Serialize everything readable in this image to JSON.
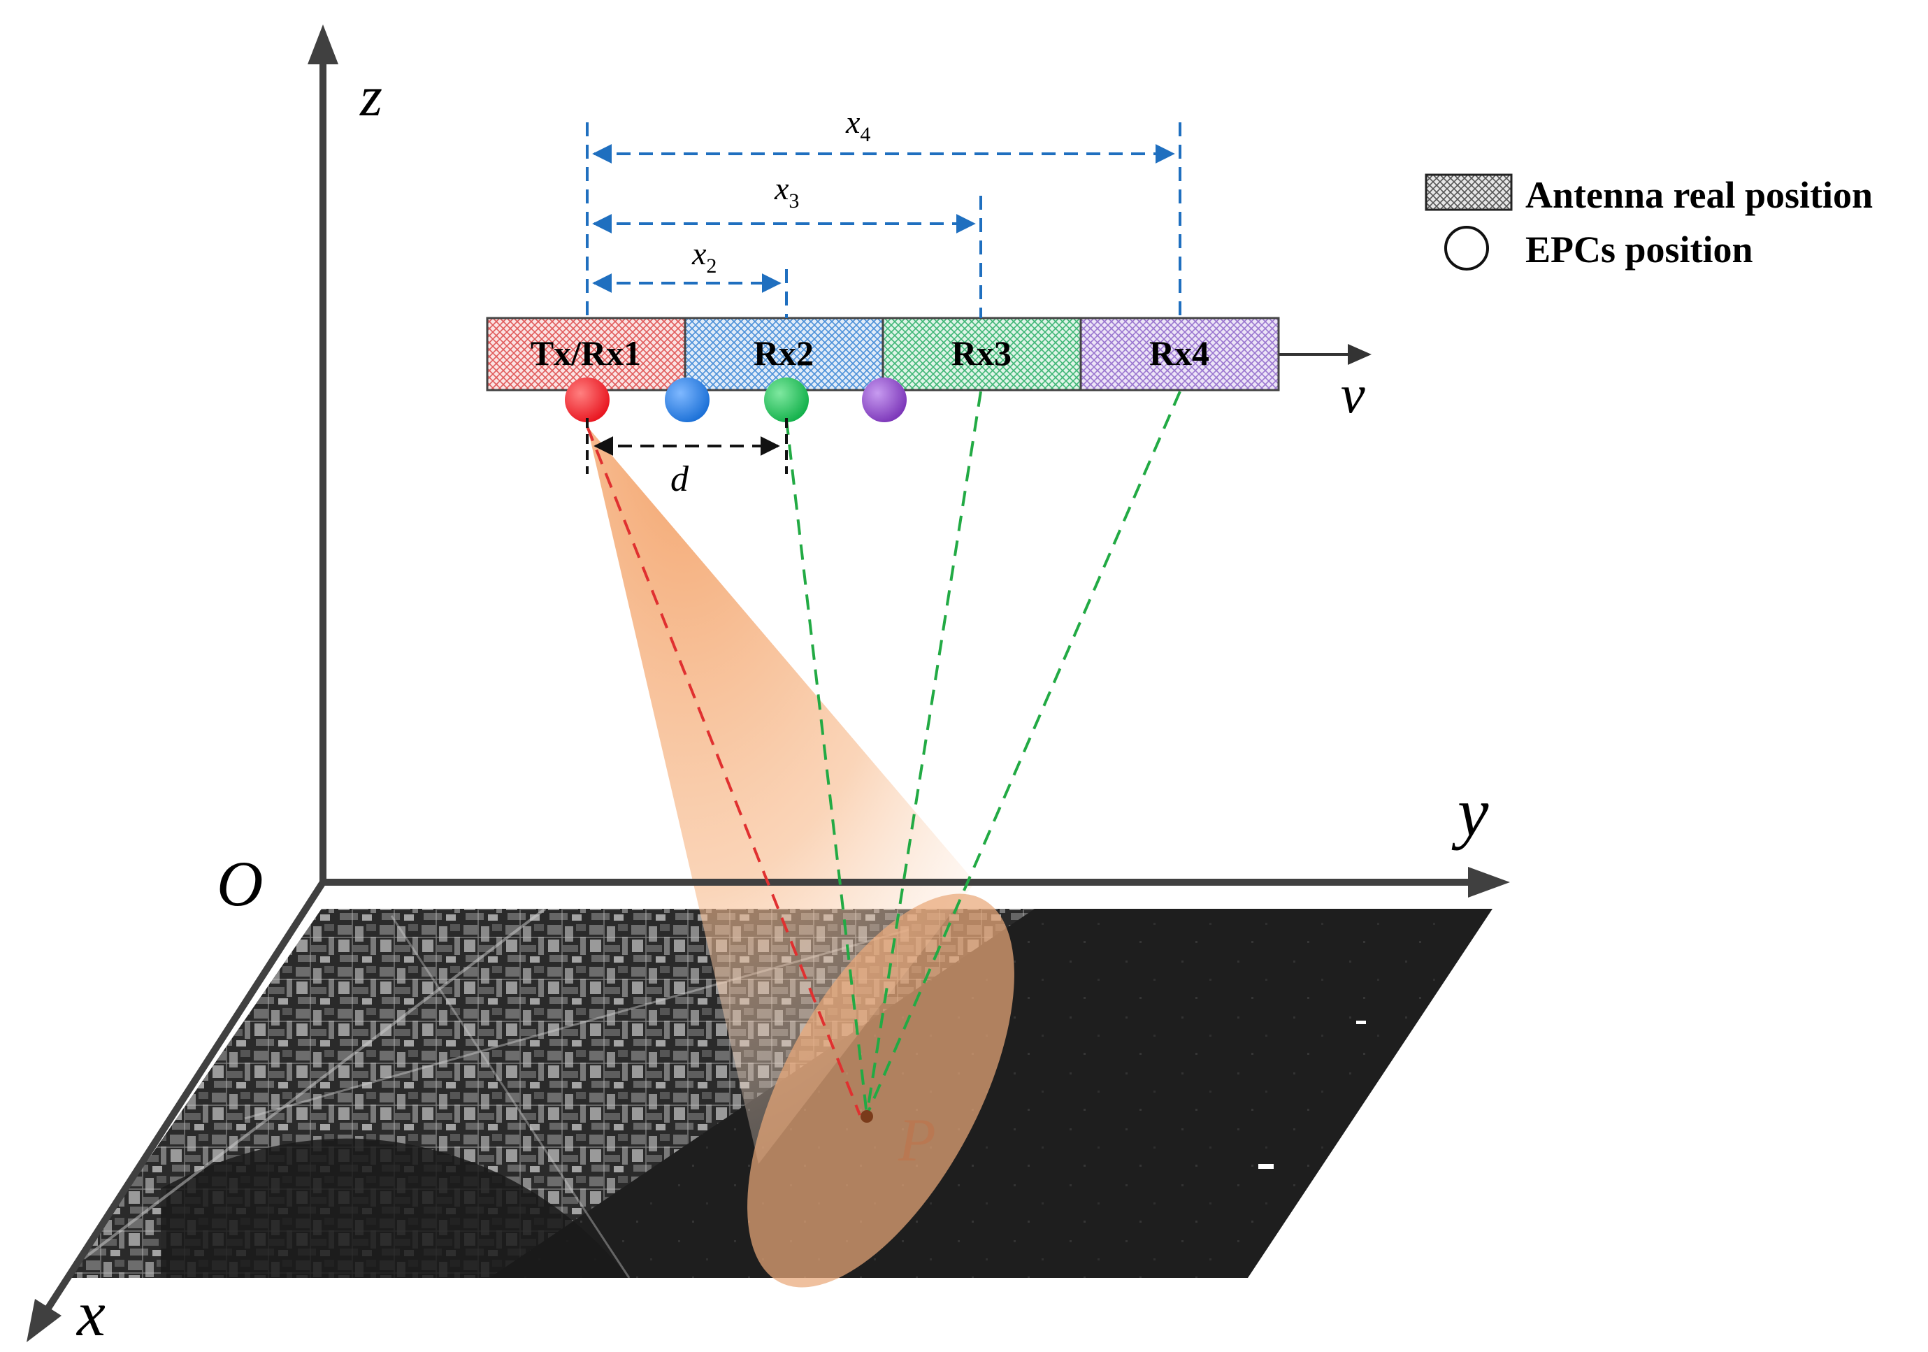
{
  "axes": {
    "z": "z",
    "y": "y",
    "x": "x",
    "origin": "O"
  },
  "velocity": "v",
  "target": "P",
  "spacing": {
    "d": "d"
  },
  "distances": [
    {
      "base": "x",
      "sub": "2"
    },
    {
      "base": "x",
      "sub": "3"
    },
    {
      "base": "x",
      "sub": "4"
    }
  ],
  "antennas": [
    {
      "label": "Tx/Rx1",
      "color": "#f08080"
    },
    {
      "label": "Rx2",
      "color": "#6fa8e0"
    },
    {
      "label": "Rx3",
      "color": "#66cc99"
    },
    {
      "label": "Rx4",
      "color": "#b08fd8"
    }
  ],
  "epcs": [
    {
      "color": "#e8141e"
    },
    {
      "color": "#1a6fd6"
    },
    {
      "color": "#12b04a"
    },
    {
      "color": "#7b35b8"
    }
  ],
  "legend": {
    "antenna_label": "Antenna real position",
    "epc_label": "EPCs position"
  },
  "colors": {
    "axis": "#404040",
    "dimension": "#1f6fbf",
    "red_path": "#e03030",
    "green_path": "#22aa44",
    "beam": "#f29a5c"
  }
}
